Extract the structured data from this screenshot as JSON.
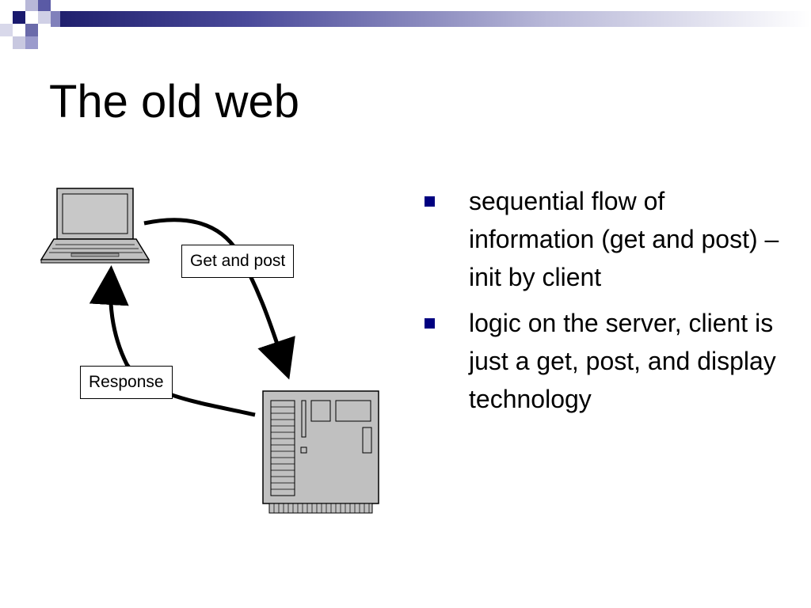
{
  "slide": {
    "title": "The old web",
    "bullets": [
      "sequential flow of information (get and post) –init by client",
      "logic on the server, client is just a get, post, and display technology"
    ]
  },
  "diagram": {
    "request_label": "Get and post",
    "response_label": "Response",
    "client_icon": "laptop-icon",
    "server_icon": "server-icon"
  },
  "colors": {
    "accent": "#000080",
    "device_fill": "#c0c0c0"
  }
}
